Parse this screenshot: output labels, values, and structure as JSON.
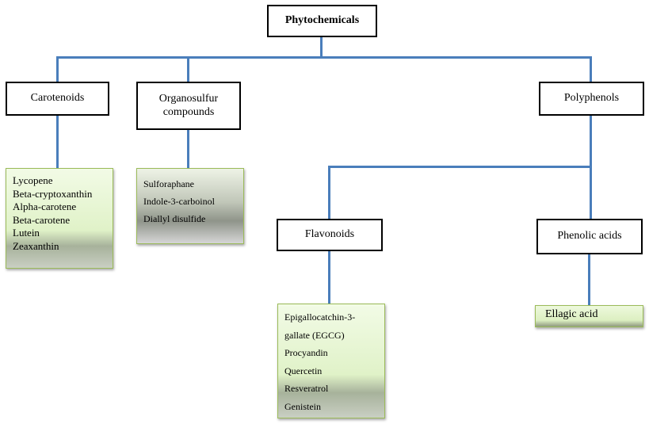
{
  "root": "Phytochemicals",
  "categories": {
    "carotenoids": {
      "label": "Carotenoids",
      "items": [
        "Lycopene",
        "Beta-cryptoxanthin",
        "Alpha-carotene",
        "Beta-carotene",
        "Lutein",
        "Zeaxanthin"
      ]
    },
    "organosulfur": {
      "label": "Organosulfur compounds",
      "items": [
        "Sulforaphane",
        "Indole-3-carboinol",
        "Diallyl disulfide"
      ]
    },
    "polyphenols": {
      "label": "Polyphenols"
    }
  },
  "subcategories": {
    "flavonoids": {
      "label": "Flavonoids",
      "items": [
        "Epigallocatchin-3-",
        "gallate (EGCG)",
        "Procyandin",
        "Quercetin",
        "Resveratrol",
        "Genistein"
      ]
    },
    "phenolic_acids": {
      "label": "Phenolic acids",
      "items": [
        "Ellagic acid"
      ]
    }
  },
  "colors": {
    "connector": "#4a7ebb",
    "list_border": "#9bbb59"
  }
}
